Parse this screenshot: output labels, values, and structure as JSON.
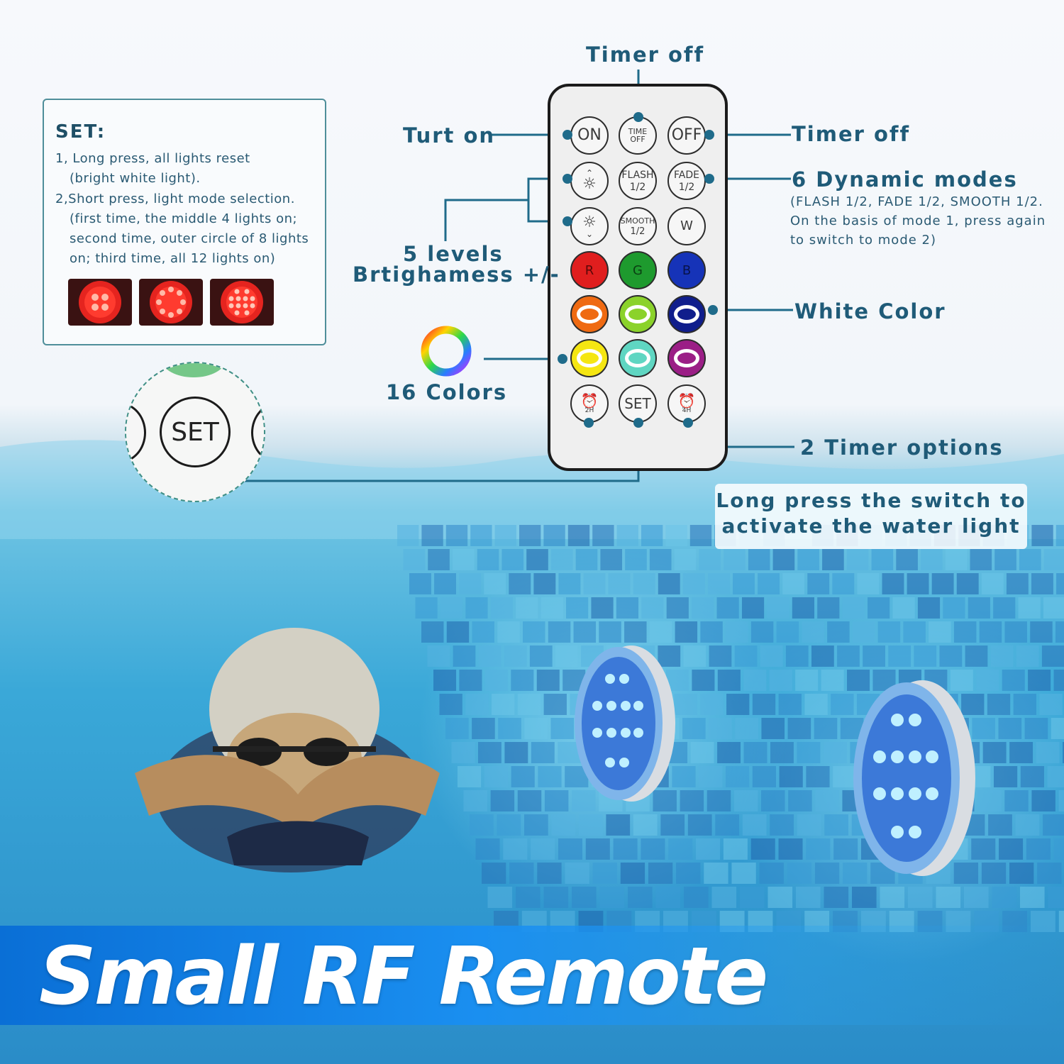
{
  "set_box": {
    "title": "SET:",
    "lines": [
      "1, Long press, all lights reset",
      "(bright white light).",
      "2,Short press, light mode selection.",
      "(first time, the middle 4 lights on;",
      "second time, outer circle of 8 lights",
      "on; third time, all 12 lights on)"
    ]
  },
  "zoom_button": {
    "label": "SET"
  },
  "remote": {
    "on": "ON",
    "time_off": "TIME OFF",
    "off": "OFF",
    "flash": "FLASH",
    "flash_mode": "1/2",
    "fade": "FADE",
    "fade_mode": "1/2",
    "smooth": "SMOOTH",
    "smooth_mode": "1/2",
    "w": "W",
    "r": "R",
    "g": "G",
    "b": "B",
    "timer_2h": "2H",
    "set": "SET",
    "timer_4h": "4H"
  },
  "labels": {
    "timer_off_top": "Timer off",
    "turn_on": "Turt on",
    "timer_off_right": "Timer off",
    "dynamic_title": "6 Dynamic modes",
    "dynamic_lines": [
      "(FLASH 1/2, FADE 1/2, SMOOTH 1/2.",
      "On the basis of mode 1, press again",
      "to switch to mode 2)"
    ],
    "brightness_1": "5 levels",
    "brightness_2": "Brtighamess +/-",
    "white_color": "White Color",
    "colors": "16 Colors",
    "timer_options": "2 Timer options"
  },
  "note": {
    "line1": "Long press the switch to",
    "line2": "activate the water light"
  },
  "banner": {
    "text": "Small RF Remote"
  },
  "colors": {
    "accent": "#1f5b78",
    "red": "#e01e1e",
    "green": "#1e9a2e",
    "blue": "#1633b8",
    "orange": "#ef6a12",
    "lime": "#8bd22b",
    "navy": "#101e8c",
    "yellow": "#f5e612",
    "teal": "#5fd6c2",
    "purple": "#9b1e86",
    "banner": "#1a8ff0"
  }
}
